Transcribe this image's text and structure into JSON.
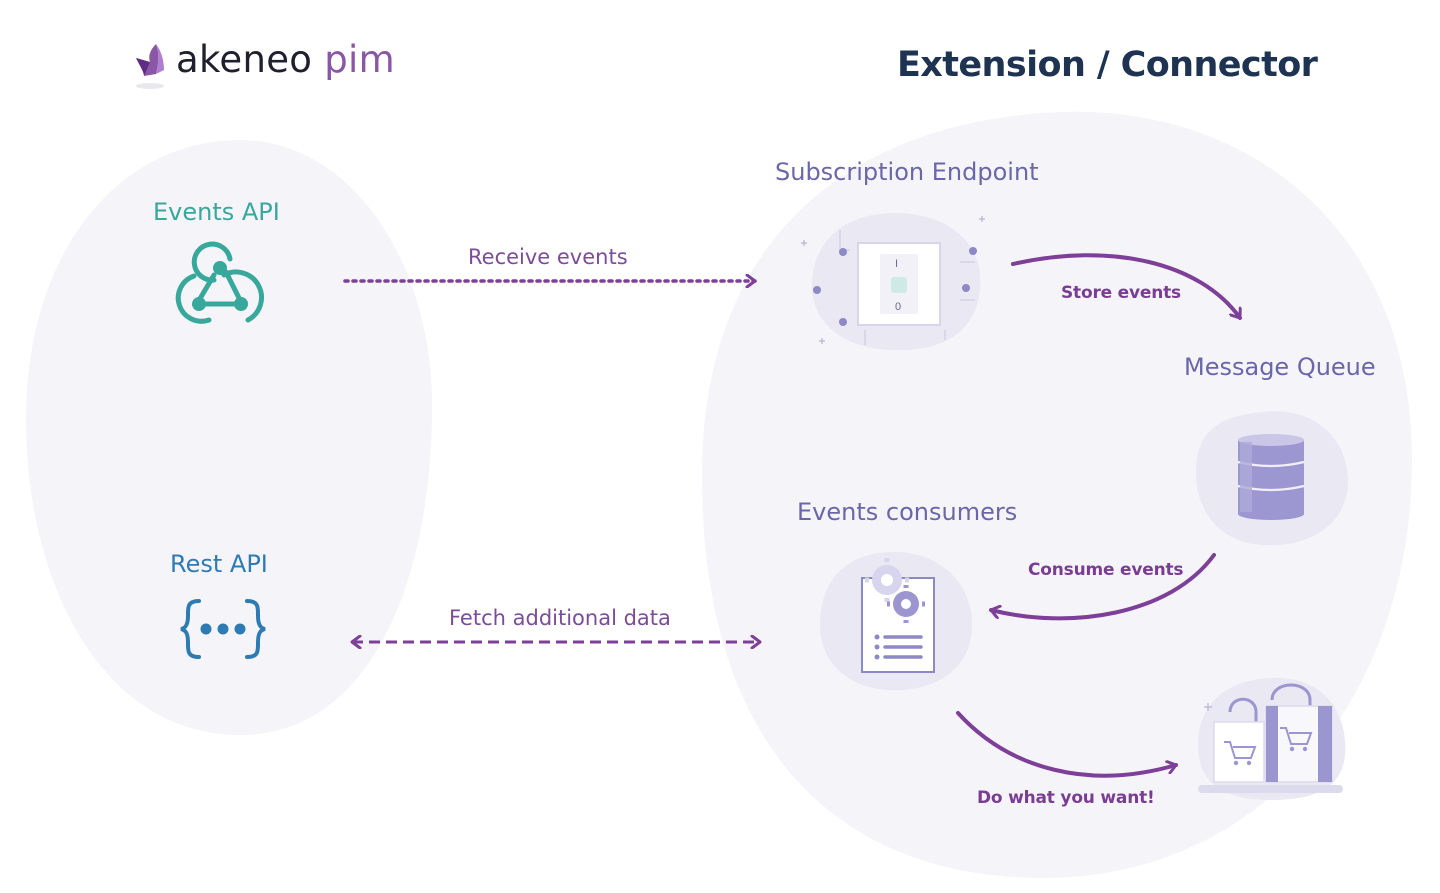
{
  "logo": {
    "word_a": "akeneo",
    "word_b": "pim"
  },
  "title": "Extension / Connector",
  "nodes": {
    "events_api": "Events API",
    "rest_api": "Rest API",
    "subscription_endpoint": "Subscription Endpoint",
    "message_queue": "Message Queue",
    "events_consumers": "Events consumers"
  },
  "edges": {
    "receive_events": "Receive events",
    "fetch_additional_data": "Fetch additional data",
    "store_events": "Store events",
    "consume_events": "Consume events",
    "do_what_you_want": "Do what you want!"
  },
  "switch_labels": {
    "on": "I",
    "off": "0"
  },
  "colors": {
    "blob": "#f5f5f9",
    "arrow": "#7d3f98",
    "events_api": "#38a89d",
    "rest_api": "#2e7bb4",
    "title": "#1d3351",
    "node_label": "#6a66aa",
    "illustration": "#9b96cf"
  },
  "icons": {
    "events_api": "webhook-icon",
    "rest_api": "braces-dots-icon",
    "subscription_endpoint": "power-switch-icon",
    "message_queue": "database-icon",
    "events_consumers": "gear-document-icon",
    "outcome": "shopping-bags-icon"
  }
}
